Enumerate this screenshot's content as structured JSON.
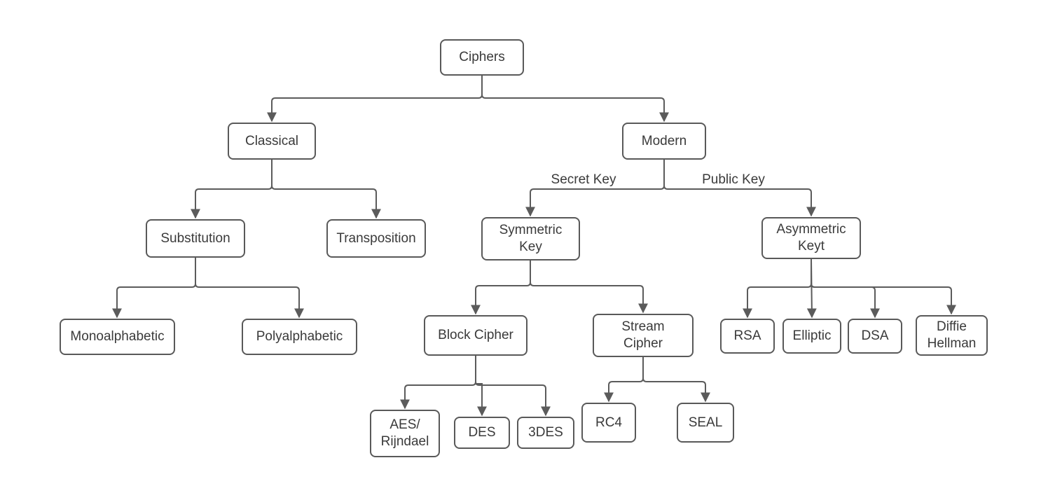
{
  "diagram": {
    "type": "tree",
    "colors": {
      "node_border": "#595959",
      "connector": "#5b5b5b",
      "text": "#3a3a3a",
      "background": "#ffffff"
    },
    "nodes": {
      "ciphers": {
        "label": "Ciphers"
      },
      "classical": {
        "label": "Classical"
      },
      "modern": {
        "label": "Modern"
      },
      "substitution": {
        "label": "Substitution"
      },
      "transposition": {
        "label": "Transposition"
      },
      "symmetric": {
        "label": "Symmetric Key"
      },
      "asymmetric": {
        "label": "Asymmetric Keyt"
      },
      "monoalphabetic": {
        "label": "Monoalphabetic"
      },
      "polyalphabetic": {
        "label": "Polyalphabetic"
      },
      "block_cipher": {
        "label": "Block Cipher"
      },
      "stream_cipher": {
        "label": "Stream Cipher"
      },
      "rsa": {
        "label": "RSA"
      },
      "elliptic": {
        "label": "Elliptic"
      },
      "dsa": {
        "label": "DSA"
      },
      "diffie_hellman": {
        "label": "Diffie Hellman"
      },
      "aes_rijndael": {
        "label": "AES/ Rijndael"
      },
      "des": {
        "label": "DES"
      },
      "tdes": {
        "label": "3DES"
      },
      "rc4": {
        "label": "RC4"
      },
      "seal": {
        "label": "SEAL"
      }
    },
    "edge_labels": {
      "secret_key": "Secret Key",
      "public_key": "Public Key"
    },
    "edges": [
      {
        "from": "ciphers",
        "to": "classical"
      },
      {
        "from": "ciphers",
        "to": "modern"
      },
      {
        "from": "classical",
        "to": "substitution"
      },
      {
        "from": "classical",
        "to": "transposition"
      },
      {
        "from": "substitution",
        "to": "monoalphabetic"
      },
      {
        "from": "substitution",
        "to": "polyalphabetic"
      },
      {
        "from": "modern",
        "to": "symmetric",
        "label": "Secret Key"
      },
      {
        "from": "modern",
        "to": "asymmetric",
        "label": "Public Key"
      },
      {
        "from": "symmetric",
        "to": "block_cipher"
      },
      {
        "from": "symmetric",
        "to": "stream_cipher"
      },
      {
        "from": "block_cipher",
        "to": "aes_rijndael"
      },
      {
        "from": "block_cipher",
        "to": "des"
      },
      {
        "from": "block_cipher",
        "to": "tdes"
      },
      {
        "from": "stream_cipher",
        "to": "rc4"
      },
      {
        "from": "stream_cipher",
        "to": "seal"
      },
      {
        "from": "asymmetric",
        "to": "rsa"
      },
      {
        "from": "asymmetric",
        "to": "elliptic"
      },
      {
        "from": "asymmetric",
        "to": "dsa"
      },
      {
        "from": "asymmetric",
        "to": "diffie_hellman"
      }
    ]
  }
}
